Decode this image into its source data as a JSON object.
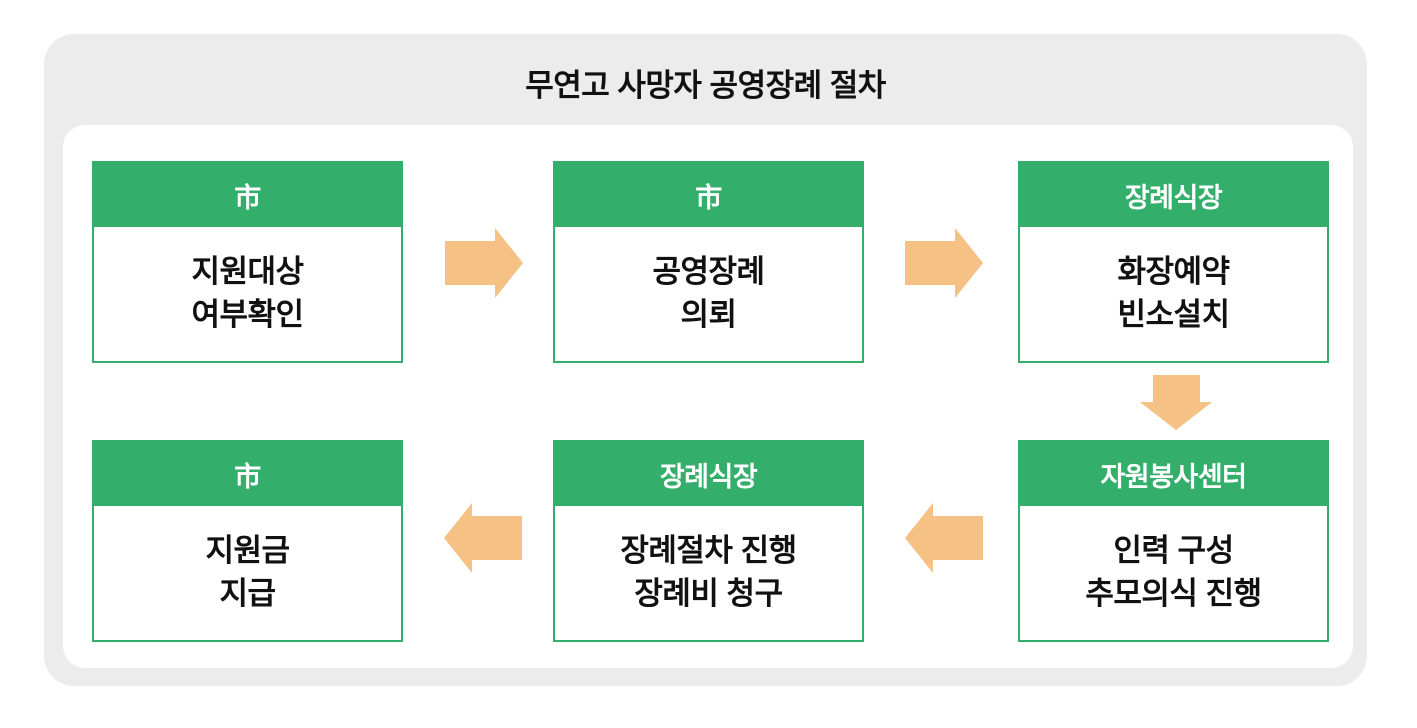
{
  "title": "무연고 사망자 공영장례 절차",
  "colors": {
    "header_green": "#34AE6B",
    "box_border_green": "#34AE6B",
    "arrow_orange": "#F5C185",
    "container_gray": "#ECECEC",
    "panel_white": "#FFFFFF",
    "header_text": "#FFFFFF",
    "body_text": "#111111"
  },
  "steps": [
    {
      "actor": "市",
      "action": "지원대상\n여부확인"
    },
    {
      "actor": "市",
      "action": "공영장례\n의뢰"
    },
    {
      "actor": "장례식장",
      "action": "화장예약\n빈소설치"
    },
    {
      "actor": "자원봉사센터",
      "action": "인력 구성\n추모의식 진행"
    },
    {
      "actor": "장례식장",
      "action": "장례절차 진행\n장례비 청구"
    },
    {
      "actor": "市",
      "action": "지원금\n지급"
    }
  ],
  "arrows": [
    {
      "name": "arrow-1",
      "direction": "right",
      "from_step": 1,
      "to_step": 2
    },
    {
      "name": "arrow-2",
      "direction": "right",
      "from_step": 2,
      "to_step": 3
    },
    {
      "name": "arrow-3",
      "direction": "down",
      "from_step": 3,
      "to_step": 4
    },
    {
      "name": "arrow-4",
      "direction": "left",
      "from_step": 4,
      "to_step": 5
    },
    {
      "name": "arrow-5",
      "direction": "left",
      "from_step": 5,
      "to_step": 6
    }
  ]
}
